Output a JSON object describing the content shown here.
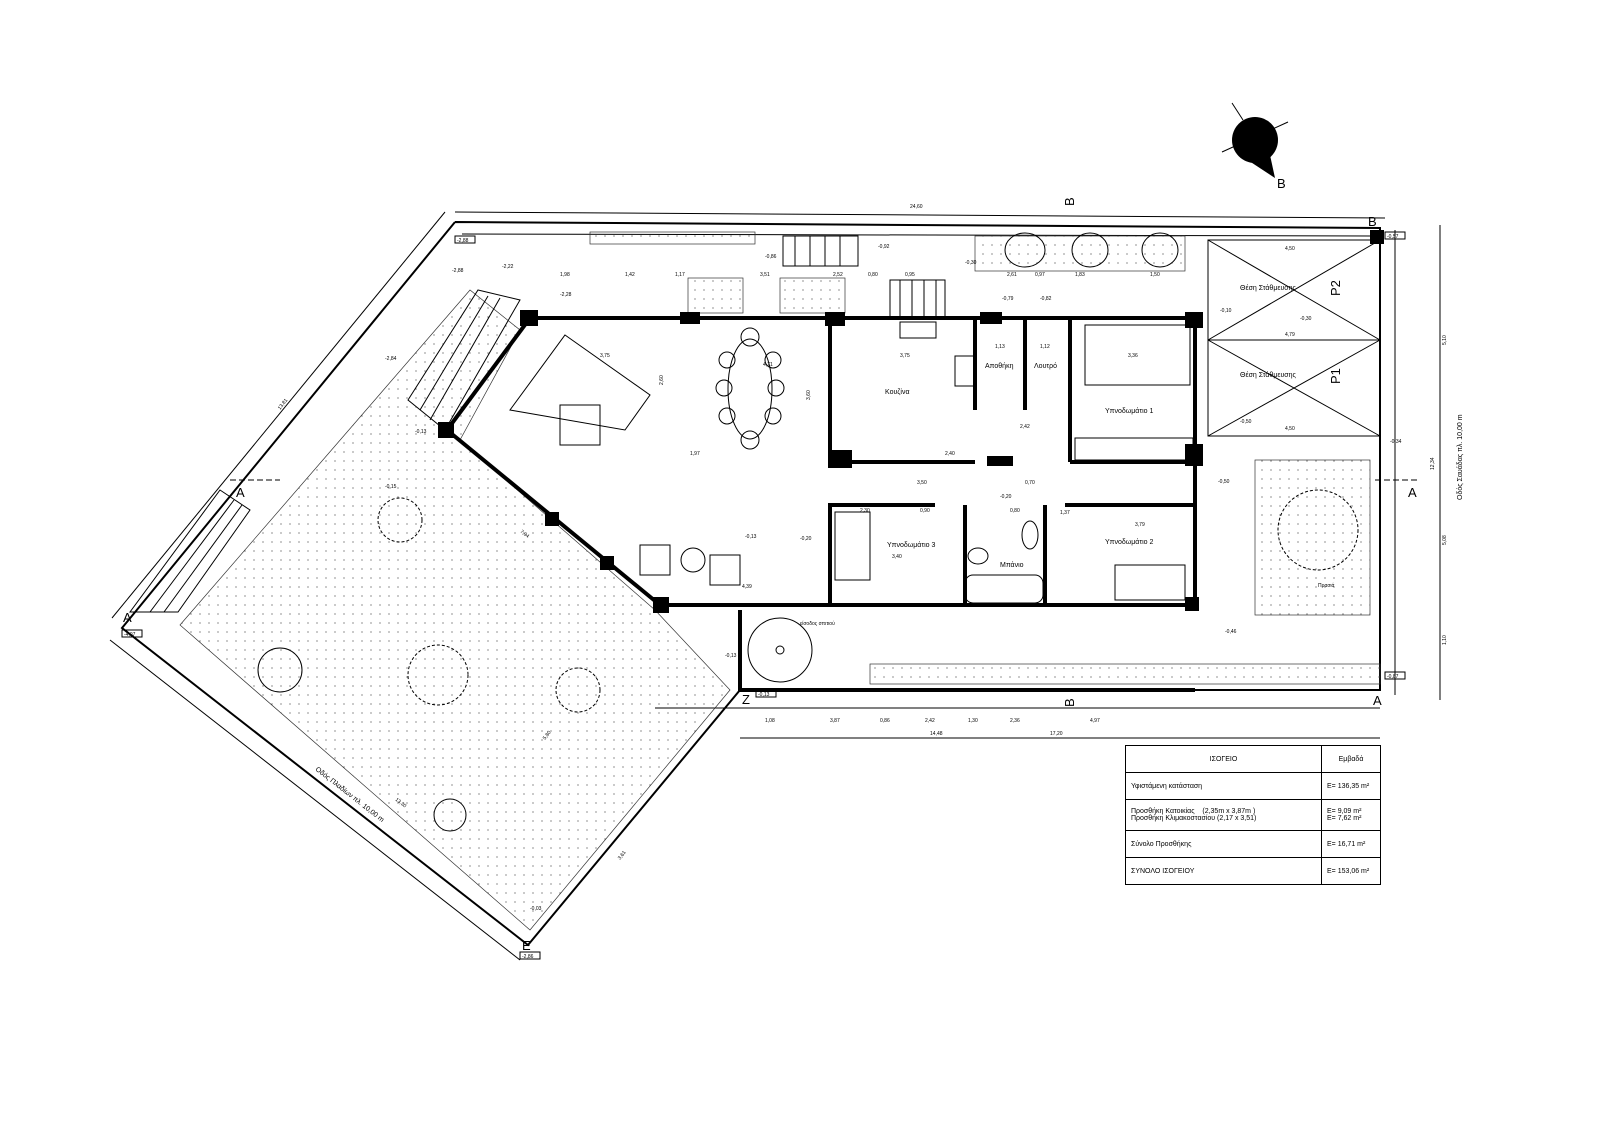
{
  "plan": {
    "rooms": {
      "kitchen": "Κουζίνα",
      "storage": "Αποθήκη",
      "wc": "Λουτρό",
      "bedroom1": "Υπνοδωμάτιο 1",
      "bedroom2": "Υπνοδωμάτιο 2",
      "bedroom3": "Υπνοδωμάτιο 3",
      "bath": "Μπάνιο",
      "parking1": "Θέση Στάθμευσης",
      "parking2": "Θέση Στάθμευσης",
      "p1": "P1",
      "p2": "P2",
      "garden": "Πρασιά",
      "entrance": "είσοδος σπιτιού"
    },
    "streets": {
      "south_west": "Οδός Πλαδίων πλ. 10,00 m",
      "east": "Οδός Σαυάδας πλ. 10,00 m"
    },
    "section_marks": {
      "a": "A",
      "b": "B",
      "e": "E",
      "z": "Z"
    },
    "north_arrow": {
      "icon": "north-arrow-icon",
      "label": "B"
    },
    "level_tags": [
      "-2,88",
      "-0,57",
      "-0,87",
      "-0,13",
      "-2,86",
      "-4,97"
    ],
    "levels": [
      "-2,22",
      "-2,88",
      "-2,28",
      "-2,84",
      "-0,92",
      "-0,86",
      "-0,30",
      "-0,79",
      "-0,82",
      "-0,10",
      "-0,30",
      "-0,50",
      "-0,50",
      "-0,34",
      "-0,20",
      "-0,20",
      "-0,46",
      "-0,13",
      "-0,13",
      "-0,15",
      "-0,13",
      "-0,03"
    ],
    "dimensions_top": [
      "24,60",
      "1,98",
      "1,42",
      "1,17",
      "3,51",
      "2,52",
      "0,80",
      "0,95",
      "2,61",
      "0,97",
      "1,83",
      "1,50"
    ],
    "dimensions_bottom": [
      "1,08",
      "3,87",
      "0,86",
      "2,42",
      "1,30",
      "2,36",
      "4,97",
      "14,48",
      "17,20"
    ],
    "dimensions_inner": [
      "3,75",
      "3,75",
      "1,13",
      "1,12",
      "2,42",
      "2,40",
      "3,50",
      "0,70",
      "2,30",
      "0,90",
      "0,80",
      "1,37",
      "3,79",
      "3,40",
      "4,71",
      "2,60",
      "3,60",
      "1,97",
      "3,36",
      "4,50",
      "4,79",
      "4,50",
      "5,10",
      "12,34",
      "5,08",
      "1,10",
      "7,94",
      "13,81",
      "13,30",
      "5,80",
      "3,61",
      "4,39"
    ]
  },
  "area_table": {
    "header": {
      "title": "ΙΣΟΓΕΙΟ",
      "area": "Εμβαδά"
    },
    "rows": [
      {
        "label": "Υφιστάμενη κατάσταση",
        "value": "E= 136,35 m²"
      },
      {
        "label": "Προσθήκη Κατοικίας    (2,35m x 3,87m )",
        "label2": "Προσθήκη Κλιμακοστασίου (2,17 x 3,51)",
        "value": "E= 9,09 m²",
        "value2": "E= 7,62 m²"
      },
      {
        "label": "Σύνολο Προσθήκης",
        "value": "E= 16,71 m²"
      },
      {
        "label": "ΣΥΝΟΛΟ ΙΣΟΓΕΙΟΥ",
        "value": "E= 153,06 m²"
      }
    ]
  }
}
